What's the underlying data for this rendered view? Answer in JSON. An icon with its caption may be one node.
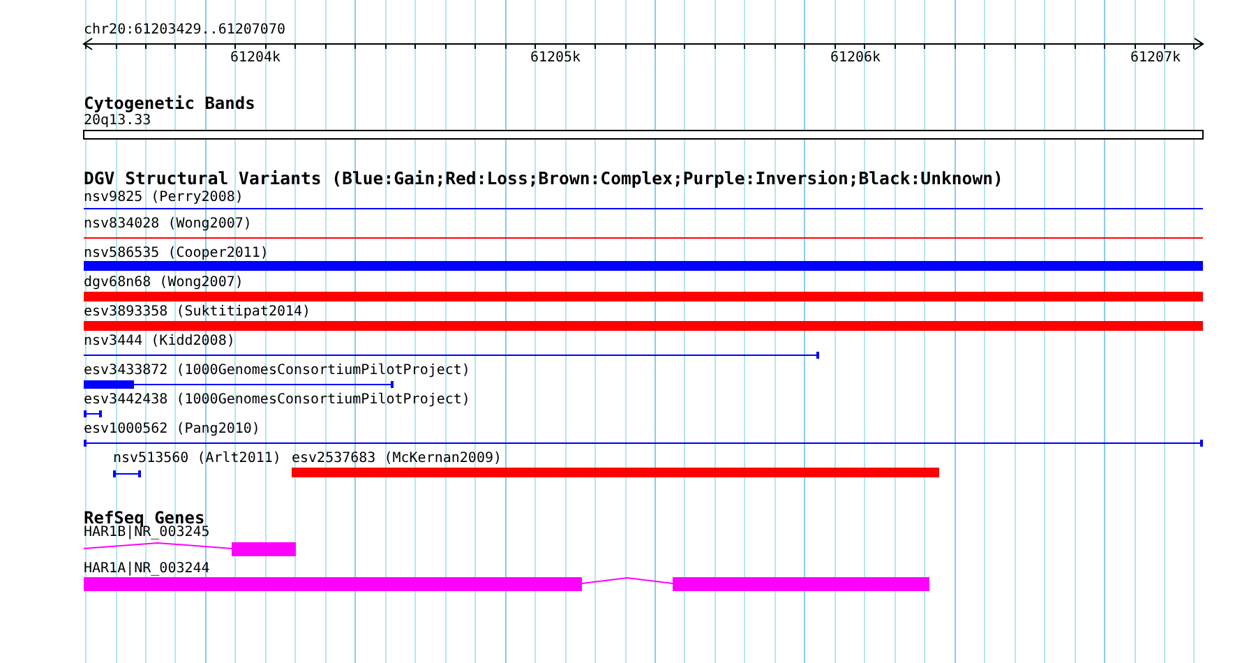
{
  "diagram": {
    "nodes": [
      {
        "text": [
          "20q13.33"
        ]
      },
      {
        "text": [
          "nsv9825 (Perry2008)"
        ]
      },
      {
        "text": [
          "nsv834028 (Wong2007)"
        ]
      },
      {
        "text": [
          "nsv586535 (Cooper2011)"
        ]
      },
      {
        "text": [
          "dgv68n68 (Wong2007)"
        ]
      },
      {
        "text": [
          "esv3893358 (Suktitipat2014)"
        ]
      },
      {
        "text": [
          "nsv3444 (Kidd2008)"
        ]
      },
      {
        "text": [
          "esv3433872 (1000GenomesConsortiumPilotProject)"
        ]
      },
      {
        "text": [
          "esv3442438 (1000GenomesConsortiumPilotProject)"
        ]
      },
      {
        "text": [
          "esv1000562 (Pang2010)"
        ]
      },
      {
        "text": [
          "nsv513560 (Arlt2011)"
        ]
      },
      {
        "text": [
          "esv2537683 (McKernan2009)"
        ]
      },
      {
        "text": [
          "HAR1B|NR_003245"
        ]
      },
      {
        "text": [
          "HAR1A|NR_003244"
        ]
      }
    ],
    "labels": [
      "chr20:61203429..61207070",
      "61204k",
      "61205k",
      "61206k",
      "61207k",
      "Cytogenetic Bands",
      "DGV Structural Variants (Blue:Gain;Red:Loss;Brown:Complex;Purple:Inversion;Black:Unknown)",
      "RefSeq Genes"
    ]
  }
}
